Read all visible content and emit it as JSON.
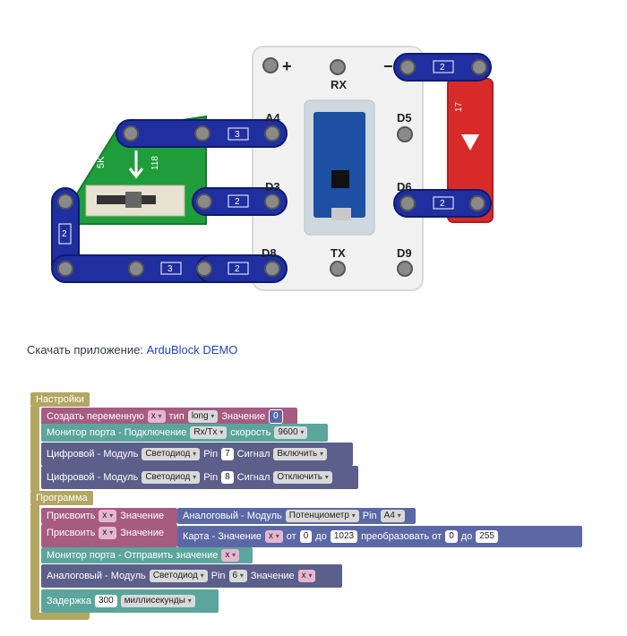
{
  "caption": {
    "text": "Скачать приложение: ",
    "link": "ArduBlock DEMO"
  },
  "board": {
    "labels": {
      "plus": "+",
      "minus": "−",
      "rx": "RX",
      "tx": "TX",
      "a4": "A4",
      "d3": "D3",
      "d5": "D5",
      "d6": "D6",
      "d8": "D8",
      "d9": "D9"
    },
    "pot_label": "5K",
    "pot_code": "118",
    "led_code": "17",
    "wire_labels": [
      "3",
      "2",
      "2",
      "3",
      "2",
      "2",
      "2"
    ]
  },
  "blocks": {
    "setup_label": "Настройки",
    "b1": {
      "a": "Создать переменную",
      "var": "x",
      "b": "тип",
      "type": "long",
      "c": "Значение",
      "val": "0"
    },
    "b2": {
      "a": "Монитор порта - Подключение",
      "port": "Rx/Tx",
      "b": "скорость",
      "speed": "9600"
    },
    "b3": {
      "a": "Цифровой - Модуль",
      "mod": "Светодиод",
      "b": "Pin",
      "pin": "7",
      "c": "Сигнал",
      "sig": "Включить"
    },
    "b4": {
      "a": "Цифровой - Модуль",
      "mod": "Светодиод",
      "b": "Pin",
      "pin": "8",
      "c": "Сигнал",
      "sig": "Отключить"
    },
    "prog_label": "Программа",
    "b5": {
      "a": "Присвоить",
      "var": "x",
      "b": "Значение",
      "c": "Аналоговый - Модуль",
      "mod": "Потенциометр",
      "d": "Pin",
      "pin": "A4"
    },
    "b6": {
      "a": "Присвоить",
      "var": "x",
      "b": "Значение",
      "c": "Карта - Значение",
      "var2": "x",
      "d": "от",
      "v1": "0",
      "e": "до",
      "v2": "1023",
      "f": "преобразовать от",
      "v3": "0",
      "g": "до",
      "v4": "255"
    },
    "b7": {
      "a": "Монитор порта - Отправить значение",
      "var": "x"
    },
    "b8": {
      "a": "Аналоговый - Модуль",
      "mod": "Светодиод",
      "b": "Pin",
      "pin": "6",
      "c": "Значение",
      "var": "x"
    },
    "b9": {
      "a": "Задержка",
      "val": "300",
      "unit": "миллисекунды"
    }
  }
}
